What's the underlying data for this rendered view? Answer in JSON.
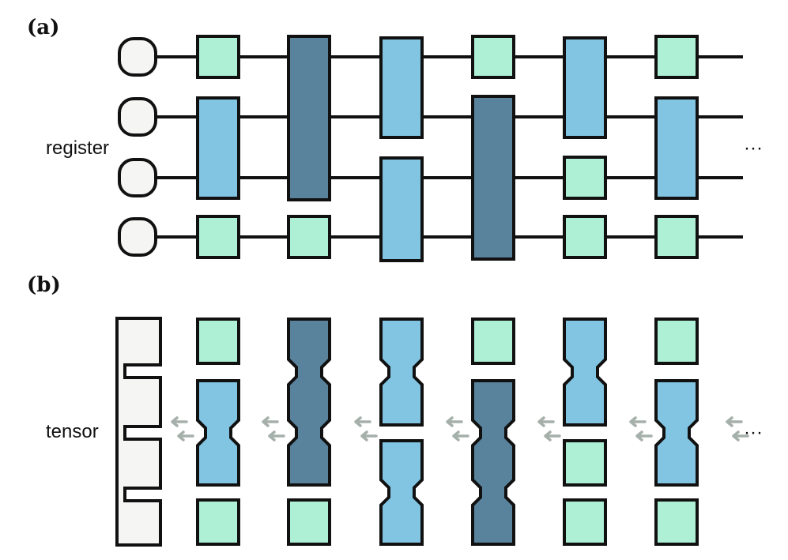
{
  "labels": {
    "panel_a": "(a)",
    "panel_b": "(b)",
    "register": "register",
    "tensor": "tensor",
    "ellipsis_a": "···",
    "ellipsis_b": "···"
  },
  "colors": {
    "single_qubit": "#aef0d6",
    "two_qubit_light": "#82c5e2",
    "two_qubit_dark": "#59839d",
    "register_fill": "#f5f6f4",
    "arrow": "#a6b0ab",
    "stroke": "#111111"
  },
  "circuit": {
    "qubits": 4,
    "layers": [
      [
        {
          "kind": "single",
          "qubits": [
            0
          ]
        },
        {
          "kind": "light",
          "qubits": [
            1,
            2
          ]
        },
        {
          "kind": "single",
          "qubits": [
            3
          ]
        }
      ],
      [
        {
          "kind": "dark",
          "qubits": [
            0,
            1,
            2
          ]
        },
        {
          "kind": "single",
          "qubits": [
            3
          ]
        }
      ],
      [
        {
          "kind": "light",
          "qubits": [
            0,
            1
          ]
        },
        {
          "kind": "light",
          "qubits": [
            2,
            3
          ]
        }
      ],
      [
        {
          "kind": "single",
          "qubits": [
            0
          ]
        },
        {
          "kind": "dark",
          "qubits": [
            1,
            2,
            3
          ]
        }
      ],
      [
        {
          "kind": "light",
          "qubits": [
            0,
            1
          ]
        },
        {
          "kind": "single",
          "qubits": [
            2
          ]
        },
        {
          "kind": "single",
          "qubits": [
            3
          ]
        }
      ],
      [
        {
          "kind": "single",
          "qubits": [
            0
          ]
        },
        {
          "kind": "light",
          "qubits": [
            1,
            2
          ]
        },
        {
          "kind": "single",
          "qubits": [
            3
          ]
        }
      ]
    ]
  }
}
